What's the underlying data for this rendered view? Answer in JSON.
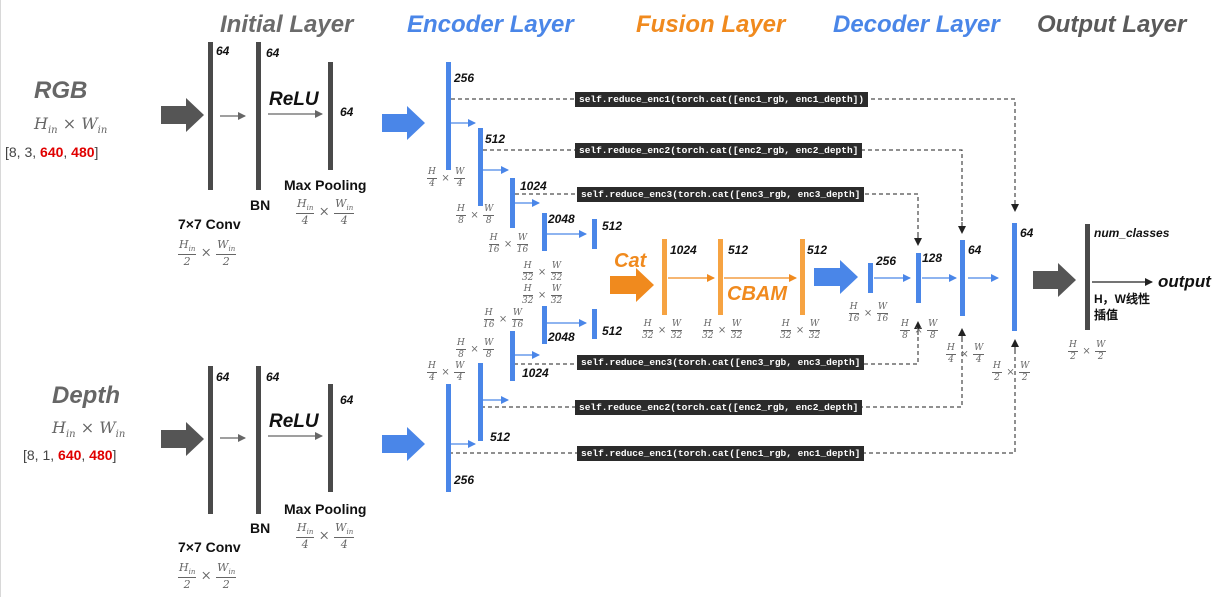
{
  "headers": {
    "initial": "Initial Layer",
    "encoder": "Encoder Layer",
    "fusion": "Fusion Layer",
    "decoder": "Decoder Layer",
    "output": "Output Layer"
  },
  "colors": {
    "initial": "#6b6b6b",
    "encoder": "#4a86e8",
    "fusion": "#f6a342",
    "decoder": "#4a86e8",
    "output": "#5a5a5a"
  },
  "inputs": {
    "rgb": {
      "title": "RGB",
      "shape_open": "[8, 3, ",
      "h": "640",
      "sep": ", ",
      "w": "480",
      "shape_close": "]"
    },
    "depth": {
      "title": "Depth",
      "shape_open": "[8, 1, ",
      "h": "640",
      "sep": ", ",
      "w": "480",
      "shape_close": "]"
    }
  },
  "math": {
    "H": "H",
    "W": "W",
    "in": "in",
    "times": "×",
    "two": "2",
    "four": "4",
    "eight": "8",
    "sixteen": "16",
    "thirtytwo": "32"
  },
  "initial_layer": {
    "channels": "64",
    "conv": "7×7 Conv",
    "bn": "BN",
    "relu": "ReLU",
    "maxpool": "Max Pooling"
  },
  "encoder": {
    "channels": [
      "256",
      "512",
      "1024",
      "2048",
      "512"
    ]
  },
  "fusion": {
    "cat": "Cat",
    "cbam": "CBAM",
    "channels": [
      "1024",
      "512",
      "512"
    ]
  },
  "decoder": {
    "channels": [
      "256",
      "128",
      "64",
      "64"
    ]
  },
  "output": {
    "channels": "num_classes",
    "label": "output",
    "interp": "H，W线性插值"
  },
  "skips": {
    "enc1_top": "self.reduce_enc1(torch.cat([enc1_rgb, enc1_depth])",
    "enc2_top": "self.reduce_enc2(torch.cat([enc2_rgb, enc2_depth]",
    "enc3_top": "self.reduce_enc3(torch.cat([enc3_rgb, enc3_depth]",
    "enc3_bot": "self.reduce_enc3(torch.cat([enc3_rgb, enc3_depth]",
    "enc2_bot": "self.reduce_enc2(torch.cat([enc2_rgb, enc2_depth]",
    "enc1_bot": "self.reduce_enc1(torch.cat([enc1_rgb, enc1_depth]"
  }
}
